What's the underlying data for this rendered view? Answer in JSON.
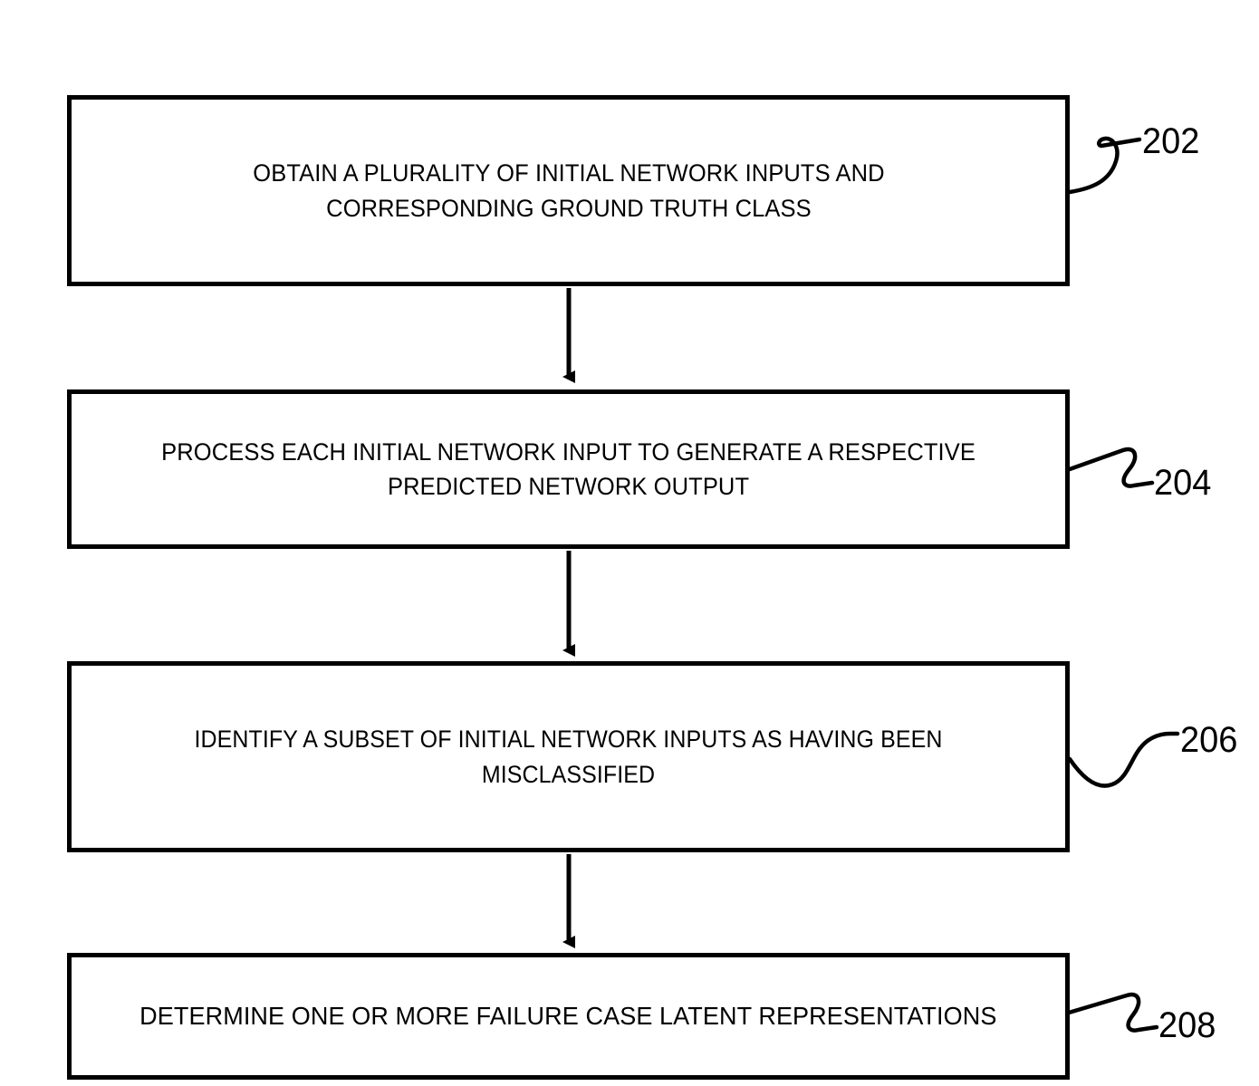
{
  "diagram": {
    "type": "patent-flowchart",
    "background_color": "#ffffff",
    "line_color": "#000000",
    "steps": [
      {
        "id": "202",
        "ref": "202",
        "text": "OBTAIN A PLURALITY OF INITIAL NETWORK INPUTS AND\nCORRESPONDING GROUND TRUTH CLASS"
      },
      {
        "id": "204",
        "ref": "204",
        "text": "PROCESS EACH INITIAL NETWORK INPUT TO GENERATE A RESPECTIVE\nPREDICTED NETWORK OUTPUT"
      },
      {
        "id": "206",
        "ref": "206",
        "text": "IDENTIFY A SUBSET OF INITIAL NETWORK INPUTS AS HAVING BEEN\nMISCLASSIFIED"
      },
      {
        "id": "208",
        "ref": "208",
        "text": "DETERMINE ONE OR MORE FAILURE CASE LATENT REPRESENTATIONS"
      }
    ],
    "connectors": [
      {
        "from": "202",
        "to": "204",
        "style": "arrow-down"
      },
      {
        "from": "204",
        "to": "206",
        "style": "arrow-down"
      },
      {
        "from": "206",
        "to": "208",
        "style": "arrow-down"
      }
    ]
  }
}
